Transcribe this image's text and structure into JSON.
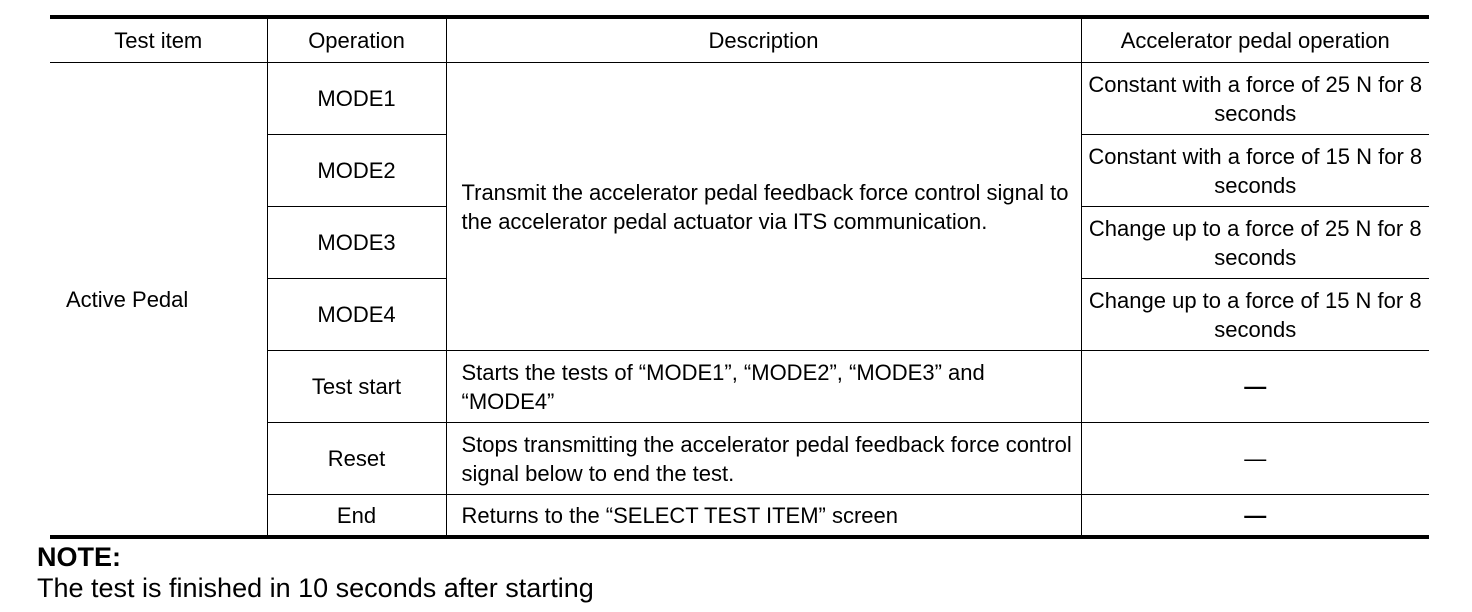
{
  "table": {
    "headers": [
      "Test item",
      "Operation",
      "Description",
      "Accelerator pedal operation"
    ],
    "test_item": "Active Pedal",
    "shared_description": "Transmit the accelerator pedal feedback force control signal to the accelerator pedal actuator via ITS communication.",
    "rows": [
      {
        "operation": "MODE1",
        "pedal_operation": "Constant with a force of 25 N for 8 seconds"
      },
      {
        "operation": "MODE2",
        "pedal_operation": "Constant with a force of 15 N for 8 seconds"
      },
      {
        "operation": "MODE3",
        "pedal_operation": "Change up to a force of 25 N for 8 seconds"
      },
      {
        "operation": "MODE4",
        "pedal_operation": "Change up to a force of 15 N for 8 seconds"
      },
      {
        "operation": "Test start",
        "description": "Starts the tests of “MODE1”, “MODE2”, “MODE3” and “MODE4”",
        "pedal_operation": "—"
      },
      {
        "operation": "Reset",
        "description": "Stops transmitting the accelerator pedal feedback force control signal below to end the test.",
        "pedal_operation": "—"
      },
      {
        "operation": "End",
        "description": "Returns to the “SELECT TEST ITEM” screen",
        "pedal_operation": "—"
      }
    ]
  },
  "note": {
    "title": "NOTE:",
    "text": "The test is finished in 10 seconds after starting"
  }
}
